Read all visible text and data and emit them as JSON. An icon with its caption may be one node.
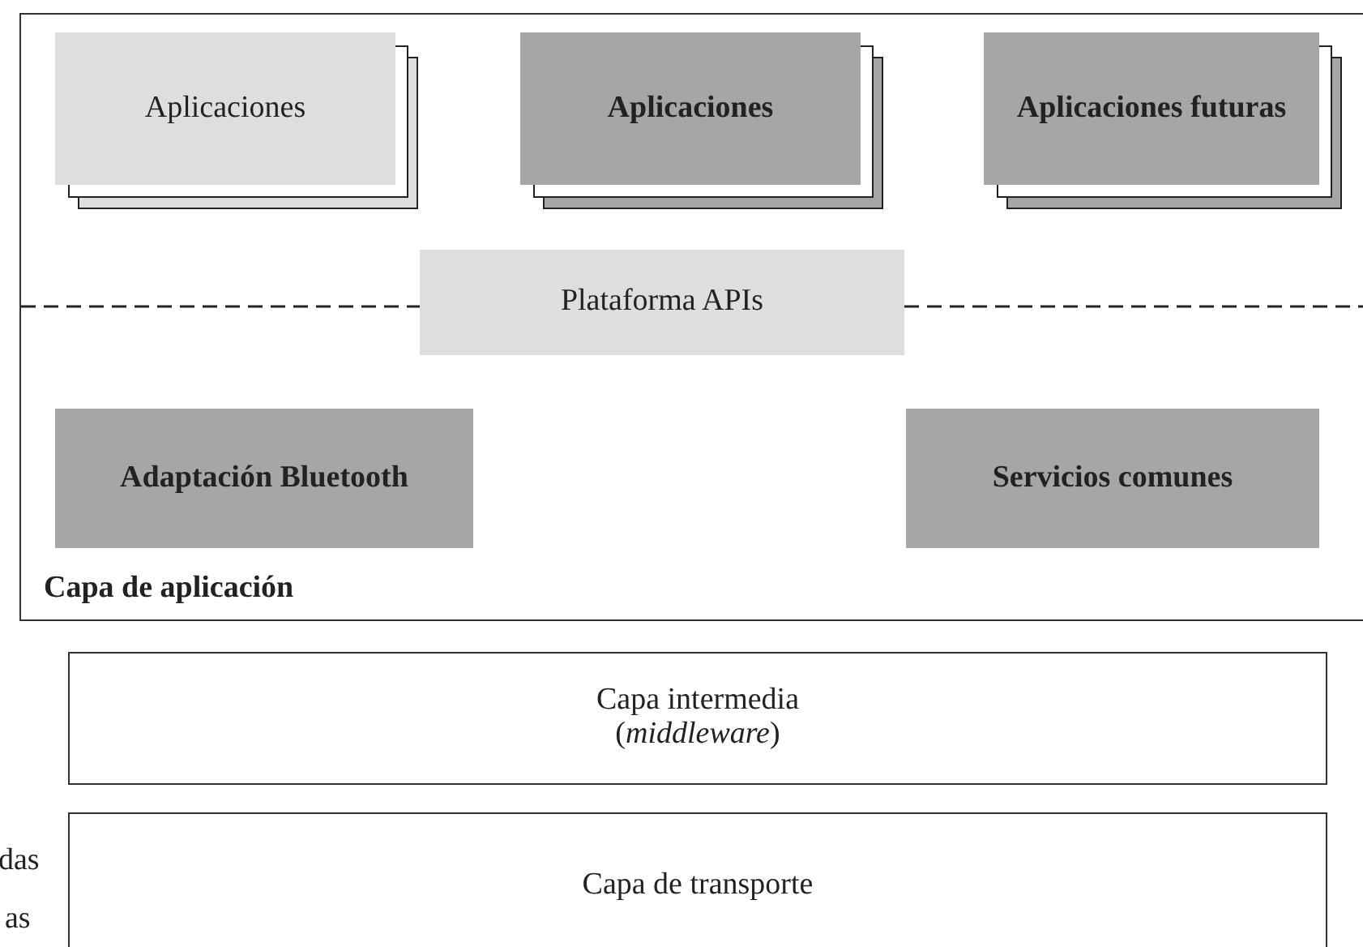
{
  "diagram": {
    "nodes": [
      {
        "text": [
          "Capa de aplicación"
        ]
      },
      {
        "text": [
          "Aplicaciones"
        ],
        "in": 0
      },
      {
        "text": [
          "Aplicaciones"
        ],
        "in": 0
      },
      {
        "text": [
          "Aplicaciones futuras"
        ],
        "in": 0
      },
      {
        "text": [
          "Plataforma APIs"
        ],
        "in": 0
      },
      {
        "text": [
          "Adaptación Bluetooth"
        ],
        "in": 0
      },
      {
        "text": [
          "Servicios comunes"
        ],
        "in": 0
      },
      {
        "text": [
          "Capa intermedia (*middleware*)"
        ]
      },
      {
        "text": [
          "Capa de transporte"
        ]
      }
    ],
    "edges": [],
    "labels": [
      "das",
      "as"
    ]
  }
}
